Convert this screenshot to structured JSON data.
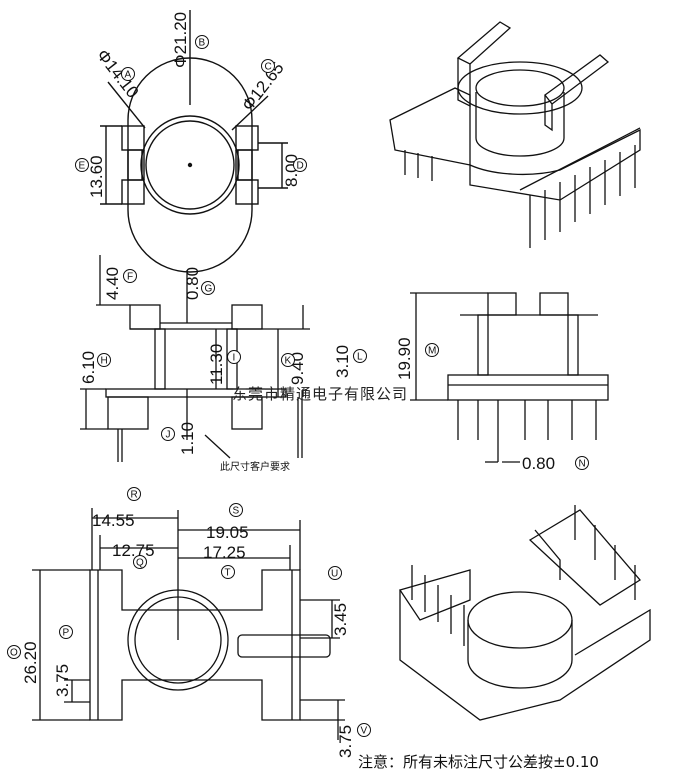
{
  "top_view": {
    "dims": {
      "a": "Φ14.10",
      "b": "Φ21.20",
      "c": "Φ12.65",
      "d": "8.00",
      "e": "13.60"
    },
    "markers": {
      "a": "A",
      "b": "B",
      "c": "C",
      "d": "D",
      "e": "E"
    }
  },
  "front_view": {
    "dims": {
      "f": "4.40",
      "g": "0.80",
      "h": "6.10",
      "i": "11.30",
      "j": "1.10",
      "k": "9.40",
      "l": "3.10"
    },
    "markers": {
      "f": "F",
      "g": "G",
      "h": "H",
      "i": "I",
      "j": "J",
      "k": "K",
      "l": "L"
    },
    "customer_note": "此尺寸客户要求"
  },
  "side_view": {
    "dims": {
      "m": "19.90",
      "n": "0.80"
    },
    "markers": {
      "m": "M",
      "n": "N"
    }
  },
  "bottom_view": {
    "dims": {
      "o": "26.20",
      "p": "3.75",
      "q": "12.75",
      "r": "14.55",
      "s": "19.05",
      "t": "17.25",
      "u": "3.45",
      "v": "3.75"
    },
    "markers": {
      "o": "O",
      "p": "P",
      "q": "Q",
      "r": "R",
      "s": "S",
      "t": "T",
      "u": "U",
      "v": "V"
    }
  },
  "watermark": "东莞市精通电子有限公司",
  "footer_note": "注意：所有未标注尺寸公差按±0.10"
}
